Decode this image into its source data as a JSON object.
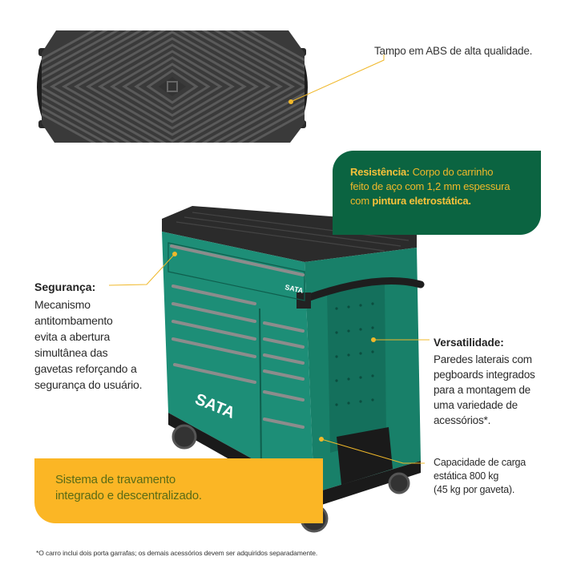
{
  "brand": {
    "name": "SATA",
    "colors": {
      "cart_green": "#1a8f76",
      "dark_green": "#0b6441",
      "accent_yellow": "#fbb625",
      "leader_line": "#f0b82a",
      "mat_gray": "#3c3c3c"
    }
  },
  "tampo": {
    "label": "Tampo em ABS de alta qualidade."
  },
  "resistencia": {
    "title": "Resistência:",
    "line1_rest": " Corpo do carrinho",
    "line2": "feito de aço com 1,2 mm espessura",
    "line3_prefix": "com ",
    "line3_bold": "pintura eletrostática."
  },
  "seguranca": {
    "title": "Segurança:",
    "lines": [
      "Mecanismo",
      "antitombamento",
      "evita a abertura",
      "simultânea das",
      "gavetas reforçando a",
      "segurança do usuário."
    ]
  },
  "versatilidade": {
    "title": "Versatilidade:",
    "lines": [
      "Paredes laterais com",
      "pegboards integrados",
      "para a montagem de",
      "uma variedade de",
      "acessórios*."
    ]
  },
  "capacidade": {
    "lines": [
      "Capacidade de carga",
      "estática 800 kg",
      "(45 kg por gaveta)."
    ]
  },
  "travamento": {
    "lines": [
      "Sistema de travamento",
      "integrado e descentralizado."
    ]
  },
  "cart_logo": {
    "top_badge": "SATA",
    "front_logo": "SATA"
  },
  "footnote": "*O carro inclui dois porta garrafas; os demais acessórios devem ser adquiridos separadamente."
}
